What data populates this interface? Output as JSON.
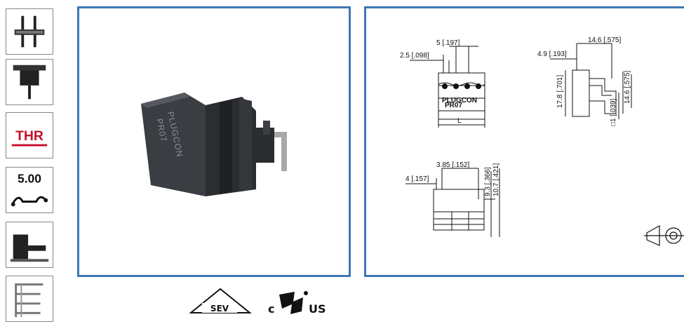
{
  "sidebar": {
    "items": [
      {
        "icon": "pin-header-icon"
      },
      {
        "icon": "smd-mount-icon"
      },
      {
        "icon": "thr-icon",
        "label": "THR",
        "color": "#c8102e"
      },
      {
        "icon": "pitch-icon",
        "label": "5.00"
      },
      {
        "icon": "connector-side-icon"
      },
      {
        "icon": "connector-angled-icon"
      }
    ]
  },
  "photo": {
    "brand": "PLUGCON",
    "model": "PR07"
  },
  "drawing": {
    "dim_5": "5 [.197]",
    "dim_2_5": "2.5 [.098]",
    "label_L": "L",
    "brand_small": "PLUGCON",
    "model_small": "PR07",
    "dim_14_6_top": "14.6 [.575]",
    "dim_4_9": "4.9 [.193]",
    "dim_17_8": "17.8 [.701]",
    "dim_14_6_side": "14.6 [.575]",
    "dim_1": "□1 [.039]",
    "dim_3_85": "3.85 [.152]",
    "dim_4": "4 [.157]",
    "dim_9_3": "9.3 [.366]",
    "dim_10_7": "10.7 [.421]"
  },
  "certifications": {
    "sev": "SEV",
    "ul_c": "c",
    "ul_us": "US"
  },
  "colors": {
    "panel_border": "#3f77b5",
    "thr_red": "#c8102e"
  }
}
